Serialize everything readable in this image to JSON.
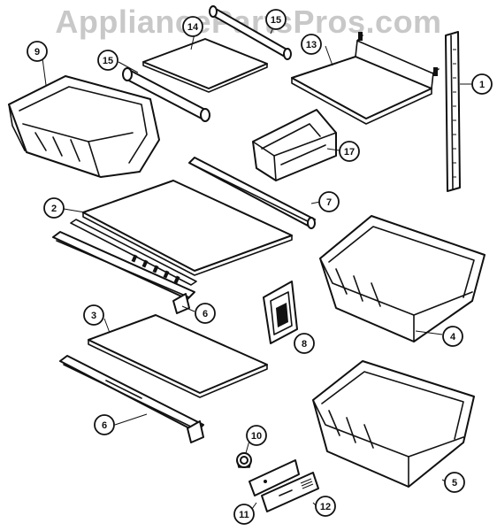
{
  "watermark": "AppliancePartsPros.com",
  "callouts": [
    {
      "id": "c1",
      "label": "1"
    },
    {
      "id": "c2",
      "label": "2"
    },
    {
      "id": "c3",
      "label": "3"
    },
    {
      "id": "c4",
      "label": "4"
    },
    {
      "id": "c5",
      "label": "5"
    },
    {
      "id": "c6a",
      "label": "6"
    },
    {
      "id": "c6b",
      "label": "6"
    },
    {
      "id": "c7",
      "label": "7"
    },
    {
      "id": "c8",
      "label": "8"
    },
    {
      "id": "c9",
      "label": "9"
    },
    {
      "id": "c10",
      "label": "10"
    },
    {
      "id": "c11",
      "label": "11"
    },
    {
      "id": "c12",
      "label": "12"
    },
    {
      "id": "c13",
      "label": "13"
    },
    {
      "id": "c14",
      "label": "14"
    },
    {
      "id": "c15a",
      "label": "15"
    },
    {
      "id": "c15b",
      "label": "15"
    },
    {
      "id": "c17",
      "label": "17"
    }
  ]
}
